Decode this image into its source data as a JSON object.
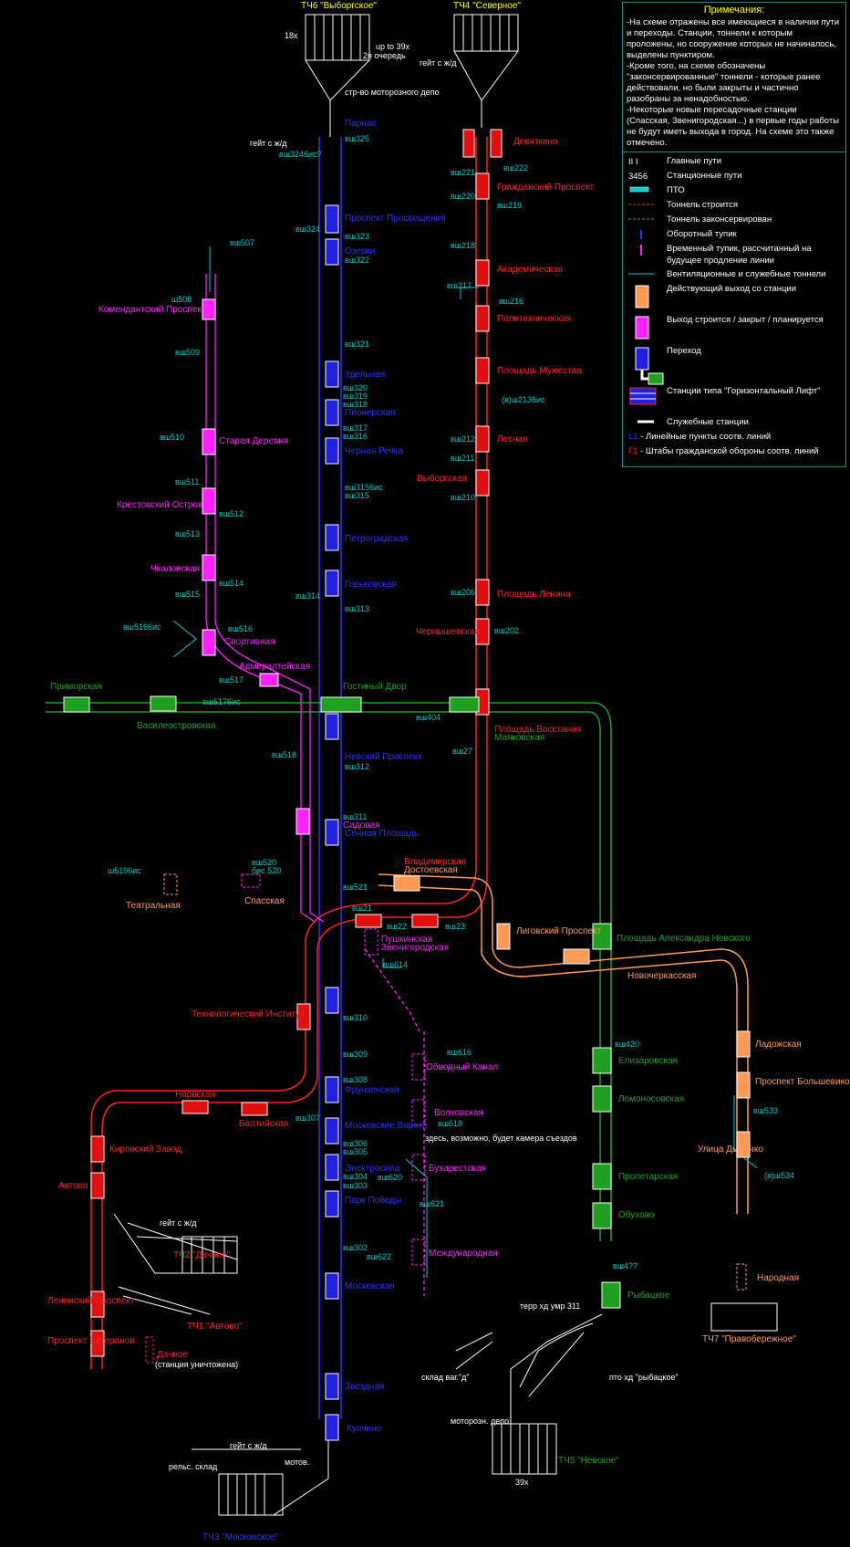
{
  "colors": {
    "line1": "#ff2020",
    "line2": "#3030ff",
    "line3": "#20a020",
    "line4": "#ff9a55",
    "line5": "#ff20ff",
    "service": "#00cccc",
    "track": "#ffffff",
    "bg": "#000000"
  },
  "depots": {
    "tch6": "ТЧ6 \"Выборгское\"",
    "tch4": "ТЧ4 \"Северное\"",
    "tch2": "ТЧ2 \"Дачное\"",
    "tch1": "ТЧ1 \"Автово\"",
    "tch3": "ТЧ3 \"Московское\"",
    "tch5": "ТЧ5 \"Невское\"",
    "tch7": "ТЧ7 \"Правобережное\""
  },
  "misc": {
    "x18": "18x",
    "up39": "up to 39x",
    "q2": "2я очередь",
    "depot_build": "стр-во моторозного депо",
    "gate1": "гейт с ж/д",
    "gate2": "гейт с ж/д",
    "gate3": "гейт с ж/д",
    "gate4": "гейт с ж/д",
    "camera": "здесь, возможно, будет камера съездов",
    "terr": "терр хд умр 311",
    "sklad": "склад ваг.\"д\"",
    "pto": "пто хд \"рыбацкое\"",
    "motoroz": "моторозн. депо",
    "x39": "39x",
    "motor": "мотов.",
    "rels": "рельс. склад",
    "dachnoe_dest": "(станция уничтожена)"
  },
  "stations": {
    "parnas": "Парнас",
    "prosvescheniya": "Проспект Просвещения",
    "ozerki": "Озерки",
    "udelnaya": "Удельная",
    "pionerskaya": "Пионерская",
    "chernaya": "Черная Речка",
    "petrogradskaya": "Петроградская",
    "gorkovskaya": "Горьковская",
    "gostiny": "Гостиный Двор",
    "nevsky": "Невский Проспект",
    "sennaya": "Сенная Площадь",
    "sadovaya": "Садовая",
    "tekh": "Технологический Институт",
    "frunzenskaya": "Фрунзенская",
    "mosk_vorota": "Московские Ворота",
    "elektrosila": "Электросила",
    "park_pobedy": "Парк Победы",
    "moskovskaya": "Московская",
    "zvezdnaya": "Звездная",
    "kupchino": "Купчино",
    "devyatkino": "Девяткино",
    "grazhdansky": "Гражданский Проспект",
    "akademicheskaya": "Академическая",
    "politekh": "Политехническая",
    "muzhestva": "Площадь Мужества",
    "lesnaya": "Лесная",
    "vyborgskaya": "Выборгская",
    "lenina": "Площадь Ленина",
    "chernyshevskaya": "Чернышевская",
    "vosstaniya": "Площадь Восстания",
    "mayakovskaya": "Маяковская",
    "vladimirskaya": "Владимирская",
    "dostoevskaya": "Достоевская",
    "pushkinskaya": "Пушкинская",
    "zvenigorodskaya": "Звенигородская",
    "baltiyskaya": "Балтийская",
    "narvskaya": "Нарвская",
    "kirovsky": "Кировский Завод",
    "avtovo": "Автово",
    "leninsky": "Ленинский Проспект",
    "veteranov": "Проспект Ветеранов",
    "dachnoe": "Дачное",
    "primorskaya": "Приморская",
    "vasileostrovskaya": "Василеостровская",
    "al_nevskogo": "Площадь Александра Невского",
    "elizarovskaya": "Елизаровская",
    "lomonosovskaya": "Ломоносовская",
    "proletarskaya": "Пролетарская",
    "obukhovo": "Обухово",
    "rybatskoe": "Рыбацкое",
    "ligovsky": "Лиговский Проспект",
    "novocherkasskaya": "Новочеркасская",
    "ladozhskaya": "Ладожская",
    "bolshevikov": "Проспект Большевиков",
    "dybenko": "Улица Дыбенко",
    "narodnaya": "Народная",
    "komendantsky": "Комендантский Проспект",
    "staraya": "Старая Деревня",
    "krestovsky": "Крестовский Остров",
    "chkalovskaya": "Чкаловская",
    "sportivnaya": "Спортивная",
    "admiralteyskaya": "Адмиралтейская",
    "spasskaya": "Спасская",
    "teatralnaya": "Театральная",
    "obvodny": "Обводный Канал",
    "volkovskaya": "Волковская",
    "bukharestskaya": "Бухарестская",
    "mezhdunarodnaya": "Международная"
  },
  "shafts": {
    "s325": "вш325",
    "s3246": "вш3246ис?",
    "s324": "вш324",
    "s323": "вш323",
    "s322": "вш322",
    "s321": "вш321",
    "s320": "вш320",
    "s319": "вш319",
    "s318": "вш318",
    "s317": "вш317",
    "s316": "вш316",
    "s3156": "вш3156ис",
    "s315": "вш315",
    "s314": "вш314",
    "s313": "вш313",
    "s312": "вш312",
    "s311": "вш311",
    "s310": "вш310",
    "s309": "вш309",
    "s308": "вш308",
    "s307": "вш307",
    "s306": "вш306",
    "s305": "вш305",
    "s304": "вш304",
    "s303": "вш303",
    "s302": "вш302",
    "s222": "вш222",
    "s221": "вш221",
    "s220": "вш220",
    "s219": "вш219",
    "s218": "вш218",
    "s217": "вш217",
    "s216": "вш216",
    "s2136": "(в)ш2136ис",
    "s212": "вш212",
    "s211": "вш211",
    "s210": "вш210",
    "s206": "вш206",
    "s202": "вш202",
    "s27": "вш27",
    "s21": "вш21",
    "s22": "вш22",
    "s23": "вш23",
    "s404": "вш404",
    "s420": "вш420",
    "s4q": "вш4??",
    "s533": "вш533",
    "s534": "(в)ш534",
    "s507": "вш507",
    "s508": "ш508",
    "s509": "вш509",
    "s510": "вш510",
    "s511": "вш511",
    "s512": "вш512",
    "s513": "вш513",
    "s514": "вш514",
    "s515": "вш515",
    "s5166": "вш5166ис",
    "s516": "вш516",
    "s517": "вш517",
    "s5176": "вш5176ис",
    "s518": "вш518",
    "s520": "вш520",
    "s520b": "бис 520",
    "s521": "вш521",
    "s5196": "ш5196ис",
    "s614": "вш614",
    "s616": "вш616",
    "s618": "вш618",
    "s620": "вш620",
    "s621": "вш621",
    "s622": "вш622"
  },
  "legend": {
    "title": "Примечания:",
    "notes": [
      "-На схеме отражены все имеющиеся в наличии пути и переходы. Станции, тоннели к которым проложены, но сооружение которых не начиналось, выделены пунктиром.",
      "-Кроме того, на схеме обозначены \"законсервированные\" тоннели - которые ранее действовали, но были закрыты и частично разобраны за ненадобностью.",
      "-Некоторые новые пересадочные станции (Спасская, Звенигородская...) в первые годы работы не будут иметь выхода в город. На схеме это также отмечено."
    ],
    "items": [
      {
        "sym": "II  I",
        "label": "Главные пути"
      },
      {
        "sym": "3456",
        "label": "Станционные пути"
      },
      {
        "sym": "",
        "label": "ПТО"
      },
      {
        "sym": "",
        "label": "Тоннель строится"
      },
      {
        "sym": "",
        "label": "Тоннель законсервирован"
      },
      {
        "sym": "",
        "label": "Оборотный тупик"
      },
      {
        "sym": "",
        "label": "Временный тупик, рассчитанный  на будущее продление линии"
      },
      {
        "sym": "",
        "label": "Вентиляционные и служебные тоннели"
      },
      {
        "sym": "",
        "label": "Действующий выход со станции"
      },
      {
        "sym": "",
        "label": "Выход строится / закрыт / планируется"
      },
      {
        "sym": "",
        "label": "Переход"
      },
      {
        "sym": "",
        "label": "Станции типа \"Горизонтальный Лифт\""
      },
      {
        "sym": "",
        "label": "Служебные станции"
      },
      {
        "sym": "L1",
        "label": " - Линейные пункты соотв. линий"
      },
      {
        "sym": "Г1",
        "label": " - Штабы гражданской обороны соотв. линий"
      }
    ]
  }
}
